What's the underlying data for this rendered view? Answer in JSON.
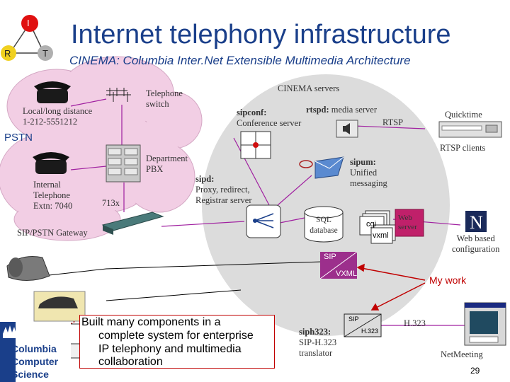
{
  "title": "Internet telephony infrastructure",
  "subtitle": "CINEMA: Columbia Inter.Net Extensible Multimedia Architecture",
  "logo_nodes": {
    "top": "I",
    "left": "R",
    "right": "T"
  },
  "pstn": {
    "label": "PSTN",
    "local_distance": [
      "Local/long distance",
      "1-212-5551212"
    ],
    "telephone_switch": [
      "Telephone",
      "switch"
    ],
    "department_pbx": [
      "Department",
      "PBX"
    ],
    "internal_phone": [
      "Internal",
      "Telephone",
      "Extn: 7040"
    ],
    "trunk_label": "713x",
    "gateway": "SIP/PSTN Gateway"
  },
  "cinema": {
    "servers_label": "CINEMA servers",
    "sipconf": {
      "name": "sipconf:",
      "desc": "Conference server"
    },
    "rtspd": {
      "name": "rtspd:",
      "desc": " media server"
    },
    "rtsp_label": "RTSP",
    "sipum": {
      "name": "sipum:",
      "desc": [
        "Unified",
        "messaging"
      ]
    },
    "sipd": {
      "name": "sipd:",
      "desc": [
        "Proxy, redirect,",
        "Registrar server"
      ]
    },
    "sql": [
      "SQL",
      "database"
    ],
    "cgi": "cgi",
    "vxml_box": "vxml",
    "web_server": [
      "Web",
      "server"
    ],
    "sip_vxml": {
      "sip": "SIP",
      "vxml": "VXML"
    },
    "siph323": {
      "name": "siph323:",
      "desc": [
        "SIP-H.323",
        "translator"
      ]
    },
    "sip_h323": {
      "sip": "SIP",
      "h323": "H.323"
    }
  },
  "clients": {
    "quicktime": "Quicktime",
    "rtsp_clients": "RTSP clients",
    "web_config": [
      "Web based",
      "configuration"
    ],
    "h323_label": "H.323",
    "netmeeting": "NetMeeting"
  },
  "my_work": "My work",
  "callout": [
    "Built many components in a",
    "complete system for enterprise",
    "IP telephony and multimedia",
    "collaboration"
  ],
  "columbia": [
    "Columbia",
    "Computer",
    "Science"
  ],
  "page_number": "29",
  "colors": {
    "title": "#1a3f8a",
    "cloud": "#f2cee4",
    "cinema_bg": "#dcdcdc",
    "highlight": "#c00000",
    "link": "#a020a0",
    "sip_box": "#9c2f8c"
  }
}
